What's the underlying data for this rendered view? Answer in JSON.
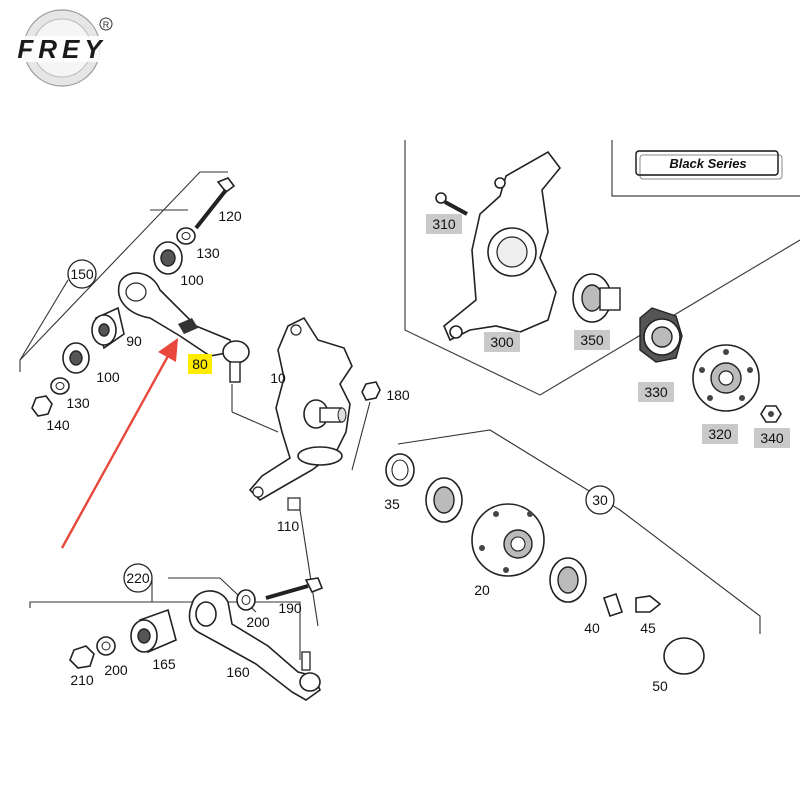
{
  "brand": {
    "name": "FREY",
    "registered_mark": "R"
  },
  "inset": {
    "title": "Black Series",
    "labels": [
      "310",
      "300",
      "350",
      "330",
      "320",
      "340"
    ]
  },
  "callouts": {
    "main": [
      "120",
      "130",
      "150",
      "100",
      "90",
      "100",
      "130",
      "140",
      "80",
      "10",
      "180",
      "110",
      "35",
      "30",
      "20",
      "220",
      "190",
      "200",
      "200",
      "210",
      "165",
      "160",
      "40",
      "45",
      "50"
    ],
    "circled": [
      "150",
      "220",
      "30"
    ],
    "highlighted": "80"
  },
  "colors": {
    "highlight": "#ffeb00",
    "grey_tag": "#c9c9c9",
    "arrow": "#e8483c",
    "line": "#222222"
  }
}
